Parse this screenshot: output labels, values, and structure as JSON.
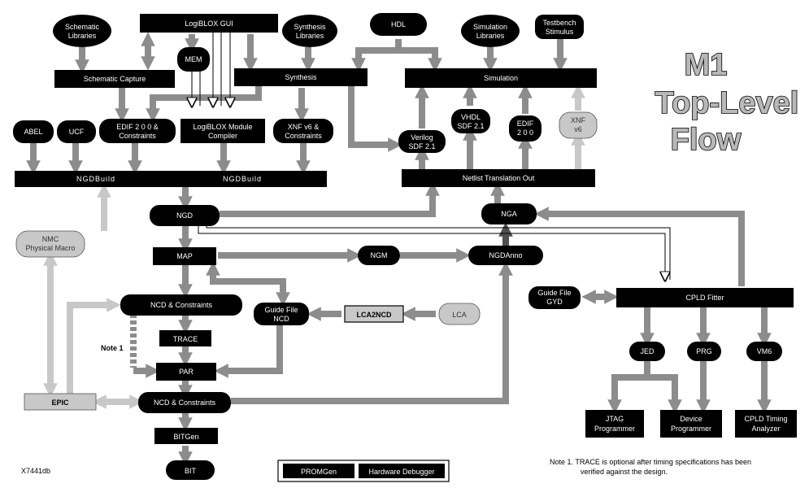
{
  "title": {
    "line1": "M1",
    "line2": "Top-Level",
    "line3": "Flow"
  },
  "nodes": {
    "schematic_libraries": [
      "Schematic",
      "Libraries"
    ],
    "logiblox_gui": "LogiBLOX GUI",
    "synthesis_libraries": [
      "Synthesis",
      "Libraries"
    ],
    "hdl": "HDL",
    "simulation_libraries": [
      "Simulation",
      "Libraries"
    ],
    "testbench_stimulus": [
      "Testbench",
      "Stimulus"
    ],
    "mem": "MEM",
    "schematic_capture": "Schematic Capture",
    "synthesis": "Synthesis",
    "simulation": "Simulation",
    "abel": "ABEL",
    "ucf": "UCF",
    "edif_constraints": [
      "EDIF 2 0 0 &",
      "Constraints"
    ],
    "logiblox_compiler": [
      "LogiBLOX Module",
      "Compiler"
    ],
    "xnf_constraints": [
      "XNF v6  &",
      "Constraints"
    ],
    "verilog_sdf": [
      "Verilog",
      "SDF 2.1"
    ],
    "vhdl_sdf": [
      "VHDL",
      "SDF 2.1"
    ],
    "edif_200": [
      "EDIF",
      "2 0 0"
    ],
    "xnf_v6": [
      "XNF",
      "v6"
    ],
    "ngdbuild_left": "NGDBuild",
    "ngdbuild_right": "NGDBuild",
    "netlist_translation_out": "Netlist Translation Out",
    "ngd": "NGD",
    "nga": "NGA",
    "nmc_macro": [
      "NMC",
      "Physical Macro"
    ],
    "map": "MAP",
    "ngm": "NGM",
    "ngdanno": "NGDAnno",
    "guide_file_gyd": [
      "Guide File",
      "GYD"
    ],
    "cpld_fitter": "CPLD Fitter",
    "ncd_constraints_top": "NCD & Constraints",
    "guide_file_ncd": [
      "Guide File",
      "NCD"
    ],
    "lca2ncd": "LCA2NCD",
    "lca": "LCA",
    "trace": "TRACE",
    "par": "PAR",
    "jed": "JED",
    "prg": "PRG",
    "vm6": "VM6",
    "epic": "EPIC",
    "ncd_constraints_bottom": "NCD & Constraints",
    "jtag_programmer": [
      "JTAG",
      "Programmer"
    ],
    "device_programmer": [
      "Device",
      "Programmer"
    ],
    "cpld_timing_analyzer": [
      "CPLD Timing",
      "Analyzer"
    ],
    "bitgen": "BITGen",
    "bit": "BIT",
    "promgen": "PROMGen",
    "hardware_debugger": "Hardware Debugger"
  },
  "note_label": "Note 1",
  "footnote": [
    "Note 1. TRACE is optional after timing specifications has been",
    "verified against the design."
  ],
  "figure_code": "X7441db",
  "colors": {
    "arrow": "#8c8c8c",
    "light_arrow": "#c8c8c8",
    "node": "#000000",
    "light_node": "#c8c8c8"
  }
}
